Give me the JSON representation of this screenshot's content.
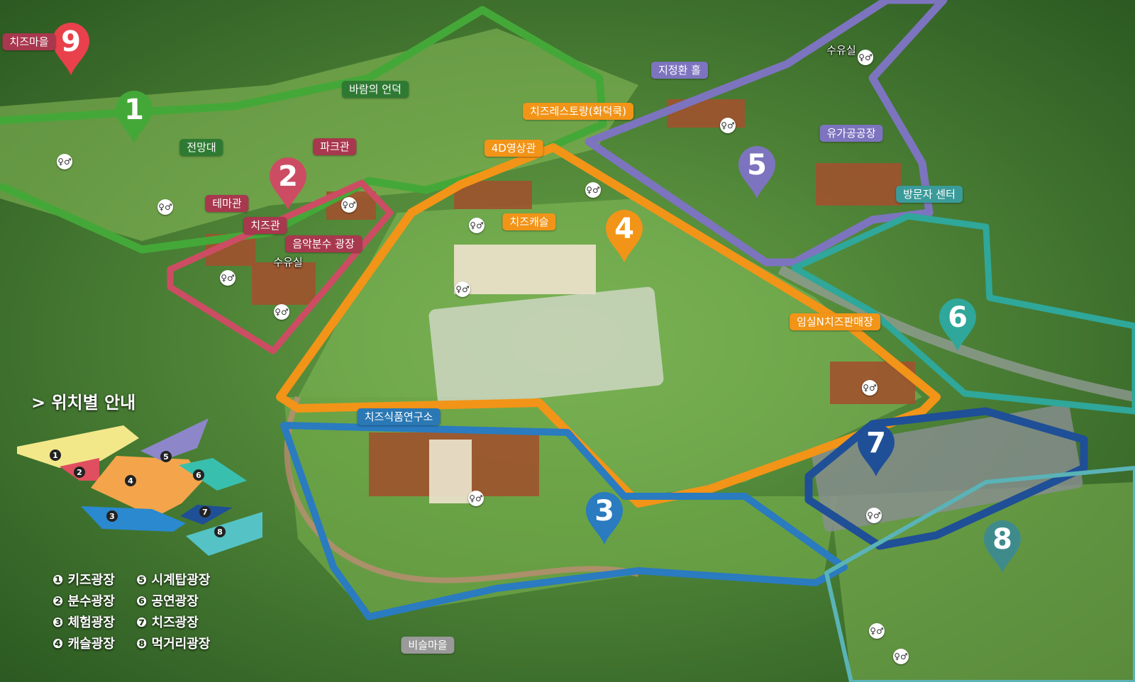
{
  "zones": [
    {
      "num": "1",
      "color": "#44a838"
    },
    {
      "num": "2",
      "color": "#cc4d63"
    },
    {
      "num": "3",
      "color": "#2a7bbf"
    },
    {
      "num": "4",
      "color": "#f29418"
    },
    {
      "num": "5",
      "color": "#7d74bf"
    },
    {
      "num": "6",
      "color": "#2fa79a"
    },
    {
      "num": "7",
      "color": "#1f4f96"
    },
    {
      "num": "8",
      "color": "#3f8b8c"
    },
    {
      "num": "9",
      "color": "#e8414b"
    }
  ],
  "places": {
    "cheese_village": "치즈마을",
    "hill_of_wind": "바람의 언덕",
    "observatory": "전망대",
    "park_hall": "파크관",
    "theme_hall": "테마관",
    "cheese_hall": "치즈관",
    "music_fountain": "음악분수 광장",
    "nursing_room_1": "수유실",
    "nursing_room_2": "수유실",
    "cheese_restaurant": "치즈레스토랑(화덕쿡)",
    "film_4d": "4D영상관",
    "cheese_castle": "치즈캐슬",
    "jijeonghwan_hall": "지정환 홀",
    "dairy_factory": "유가공공장",
    "visitor_center": "방문자 센터",
    "imsil_shop": "임실N치즈판매장",
    "cheese_lab": "치즈식품연구소",
    "biseul_village": "비슬마을"
  },
  "legend": {
    "title": "위치별 안내",
    "items": [
      {
        "num": "❶",
        "label": "키즈광장"
      },
      {
        "num": "❷",
        "label": "분수광장"
      },
      {
        "num": "❸",
        "label": "체험광장"
      },
      {
        "num": "❹",
        "label": "캐슬광장"
      },
      {
        "num": "❺",
        "label": "시계탑광장"
      },
      {
        "num": "❻",
        "label": "공연광장"
      },
      {
        "num": "❼",
        "label": "치즈광장"
      },
      {
        "num": "❽",
        "label": "먹거리광장"
      }
    ]
  },
  "icons": {
    "toilet": "restroom-icon",
    "chevron": "chevron-right-icon"
  }
}
